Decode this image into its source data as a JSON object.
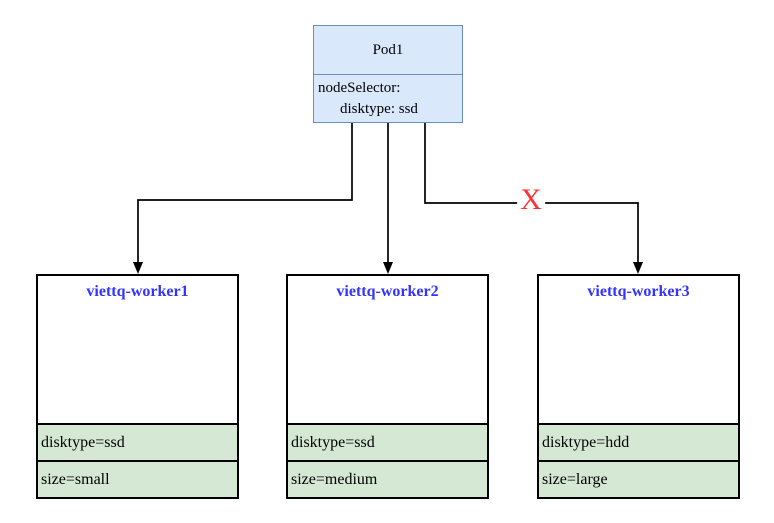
{
  "pod": {
    "title": "Pod1",
    "selector_label": "nodeSelector:",
    "selector_value": "disktype: ssd"
  },
  "blocked_marker": {
    "label": "X"
  },
  "workers": [
    {
      "name": "viettq-worker1",
      "labels": [
        "disktype=ssd",
        "size=small"
      ]
    },
    {
      "name": "viettq-worker2",
      "labels": [
        "disktype=ssd",
        "size=medium"
      ]
    },
    {
      "name": "viettq-worker3",
      "labels": [
        "disktype=hdd",
        "size=large"
      ]
    }
  ],
  "colors": {
    "canvas-bg": "#ffffff",
    "pod-fill": "#dae8fc",
    "pod-border": "#6c8ebf",
    "label-fill": "#d5e8d4",
    "worker-border": "#000000",
    "worker-name": "#3333ff",
    "connector": "#000000",
    "blocked-x": "#ff3333"
  }
}
